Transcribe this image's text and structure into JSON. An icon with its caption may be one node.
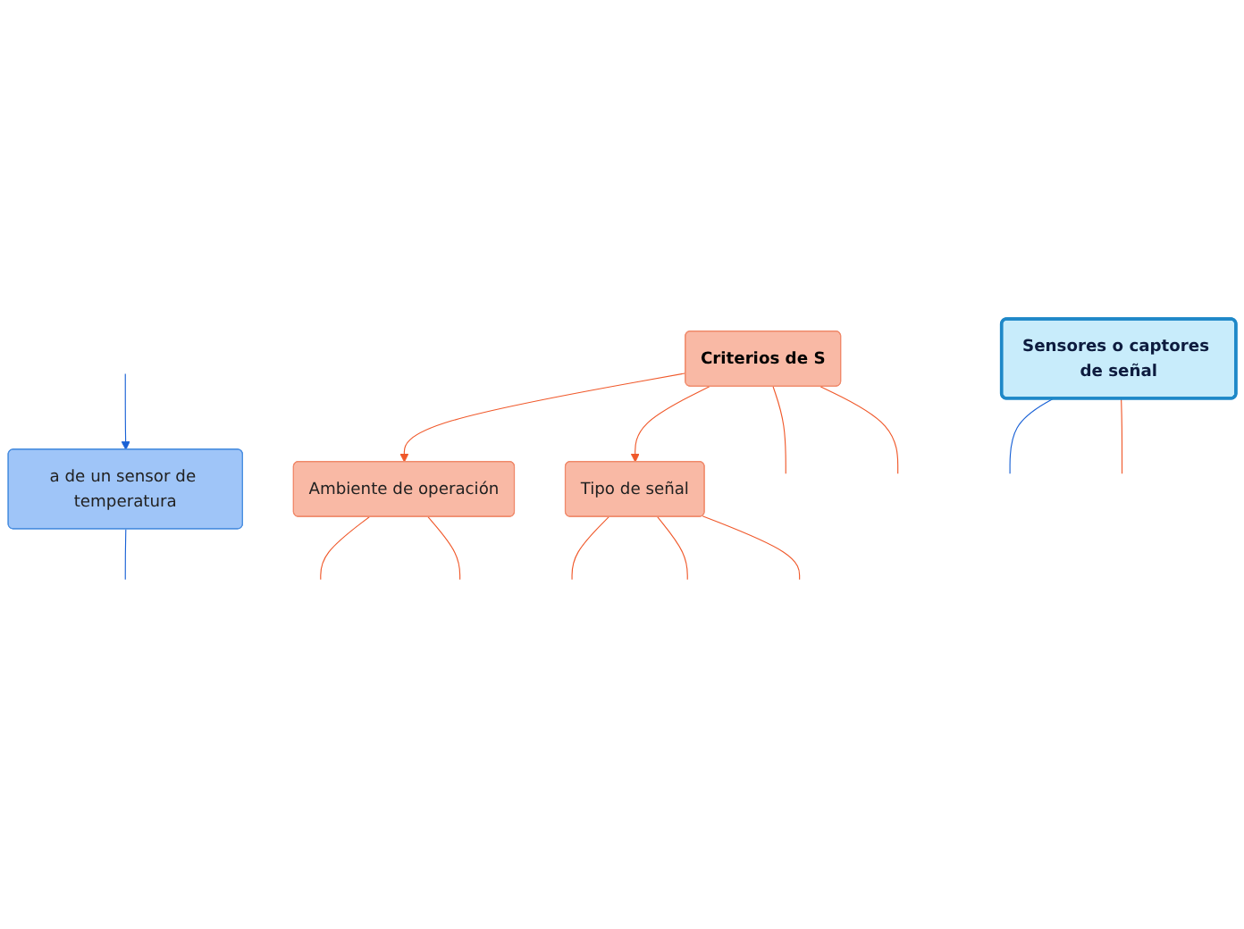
{
  "diagram": {
    "nodes": [
      {
        "text": [
          "Sensores o captores de señal"
        ]
      },
      {
        "text": [
          "a de un sensor de temperatura"
        ]
      },
      {
        "text": [
          "Criterios de S"
        ]
      },
      {
        "text": [
          "Ambiente de operación"
        ]
      },
      {
        "text": [
          "Tipo de señal"
        ]
      }
    ],
    "edges": [
      {
        "from": 0,
        "to": null,
        "arrow": "none",
        "color": "#1a62d6"
      },
      {
        "from": 0,
        "to": null,
        "arrow": "none"
      },
      {
        "from": null,
        "to": 1,
        "arrow": "to",
        "color": "#1a62d6"
      },
      {
        "from": 1,
        "to": null,
        "arrow": "none",
        "color": "#1a62d6"
      },
      {
        "from": 2,
        "to": 3,
        "arrow": "to"
      },
      {
        "from": 2,
        "to": 4,
        "arrow": "to"
      },
      {
        "from": 2,
        "to": null,
        "arrow": "none"
      },
      {
        "from": 2,
        "to": null,
        "arrow": "none"
      },
      {
        "from": 3,
        "to": null,
        "arrow": "none"
      },
      {
        "from": 3,
        "to": null,
        "arrow": "none"
      },
      {
        "from": 4,
        "to": null,
        "arrow": "none"
      },
      {
        "from": 4,
        "to": null,
        "arrow": "none"
      },
      {
        "from": 4,
        "to": null,
        "arrow": "none"
      }
    ]
  }
}
